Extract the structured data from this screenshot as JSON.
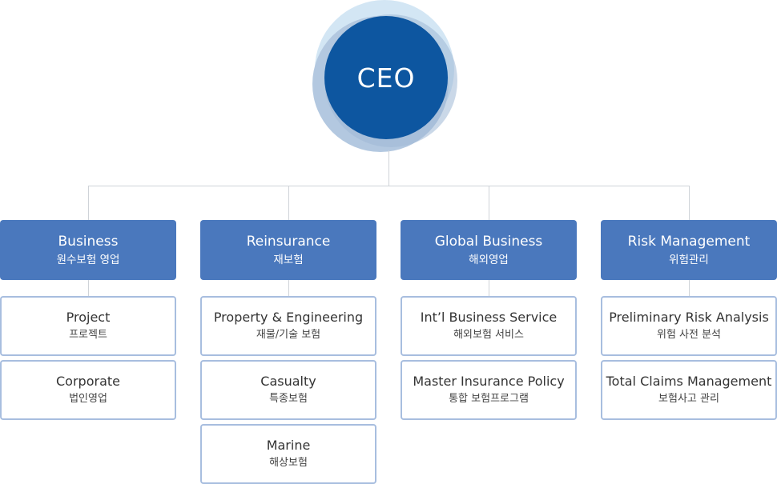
{
  "ceo": {
    "label": "CEO"
  },
  "departments": [
    {
      "name_en": "Business",
      "name_ko": "원수보험 영업",
      "units": [
        {
          "name_en": "Project",
          "name_ko": "프로젝트"
        },
        {
          "name_en": "Corporate",
          "name_ko": "법인영업"
        }
      ]
    },
    {
      "name_en": "Reinsurance",
      "name_ko": "재보험",
      "units": [
        {
          "name_en": "Property & Engineering",
          "name_ko": "재물/기술 보험"
        },
        {
          "name_en": "Casualty",
          "name_ko": "특종보험"
        },
        {
          "name_en": "Marine",
          "name_ko": "해상보험"
        }
      ]
    },
    {
      "name_en": "Global Business",
      "name_ko": "해외영업",
      "units": [
        {
          "name_en": "Int’l Business Service",
          "name_ko": "해외보험 서비스"
        },
        {
          "name_en": "Master Insurance Policy",
          "name_ko": "통합 보험프로그램"
        }
      ]
    },
    {
      "name_en": "Risk Management",
      "name_ko": "위험관리",
      "units": [
        {
          "name_en": "Preliminary Risk Analysis",
          "name_ko": "위험 사전 분석"
        },
        {
          "name_en": "Total Claims Management",
          "name_ko": "보험사고 관리"
        }
      ]
    }
  ],
  "colors": {
    "ceo": "#0d56a0",
    "department": "#4a78bd",
    "unit_border": "#a8bedf",
    "connector": "#cfd3d8"
  }
}
